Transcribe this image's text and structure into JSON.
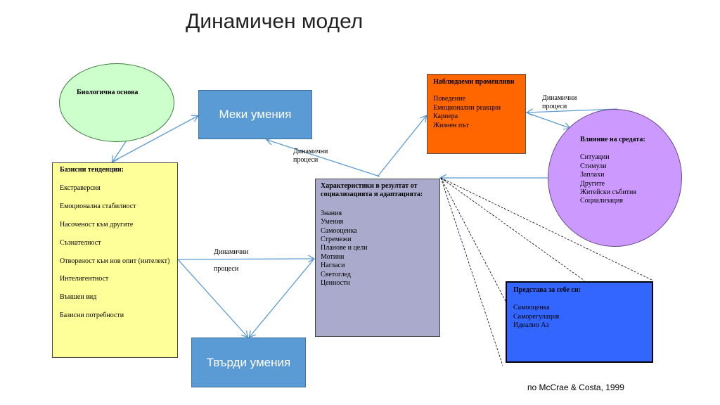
{
  "title": "Динамичен модел",
  "bio": {
    "label": "Биологична основа"
  },
  "soft_skills": {
    "label": "Меки умения"
  },
  "hard_skills": {
    "label": "Твърди умения"
  },
  "basic": {
    "heading": "Базисни тенденции:",
    "items": [
      "Екстраверсия",
      "Емоционална стабилност",
      "Насоченост към другите",
      "Съзнателност",
      "Отвореност към нов опит (интелект)",
      "Интелигентност",
      "Външен вид",
      "Базисни потребности"
    ]
  },
  "characteristics": {
    "heading": "Характеристики  в резултат от социализацията и адаптацията:",
    "items": [
      "Знания",
      "Умения",
      "Самооценка",
      "Стремежи",
      "Планове и цели",
      "Мотиви",
      "Нагласи",
      "Светоглед",
      "Ценности"
    ]
  },
  "observable": {
    "heading": "Наблюдаеми променливи",
    "items": [
      "Поведение",
      "Емоционални реакции",
      "Кариера",
      "Жизнен път"
    ]
  },
  "environment": {
    "heading": "Влияние на средата:",
    "items": [
      "Ситуации",
      "Стимули",
      "Заплахи",
      "Другите",
      "Житейски събития",
      "Социализация"
    ]
  },
  "self_image": {
    "heading": "Представа за себе си:",
    "items": [
      "Самооценка",
      "Саморегулация",
      "Идеално Аз"
    ]
  },
  "notes": {
    "dyn_top_1": "Динамични",
    "dyn_top_2": "процеси",
    "dyn_mid_1": "Динамични",
    "dyn_mid_2": "процеси",
    "dyn_left_1": "Динамични",
    "dyn_left_2": "процеси"
  },
  "source": "по McCrae & Costa, 1999",
  "colors": {
    "arrow": "#5b9bd5",
    "soft_fill": "#5b9bd5",
    "basic_fill": "#ffff99",
    "chars_fill": "#aaaacc",
    "observ_fill": "#ff6600",
    "env_fill": "#cc99ff",
    "self_fill": "#3366ff",
    "bio_fill": "#ccffcc"
  }
}
